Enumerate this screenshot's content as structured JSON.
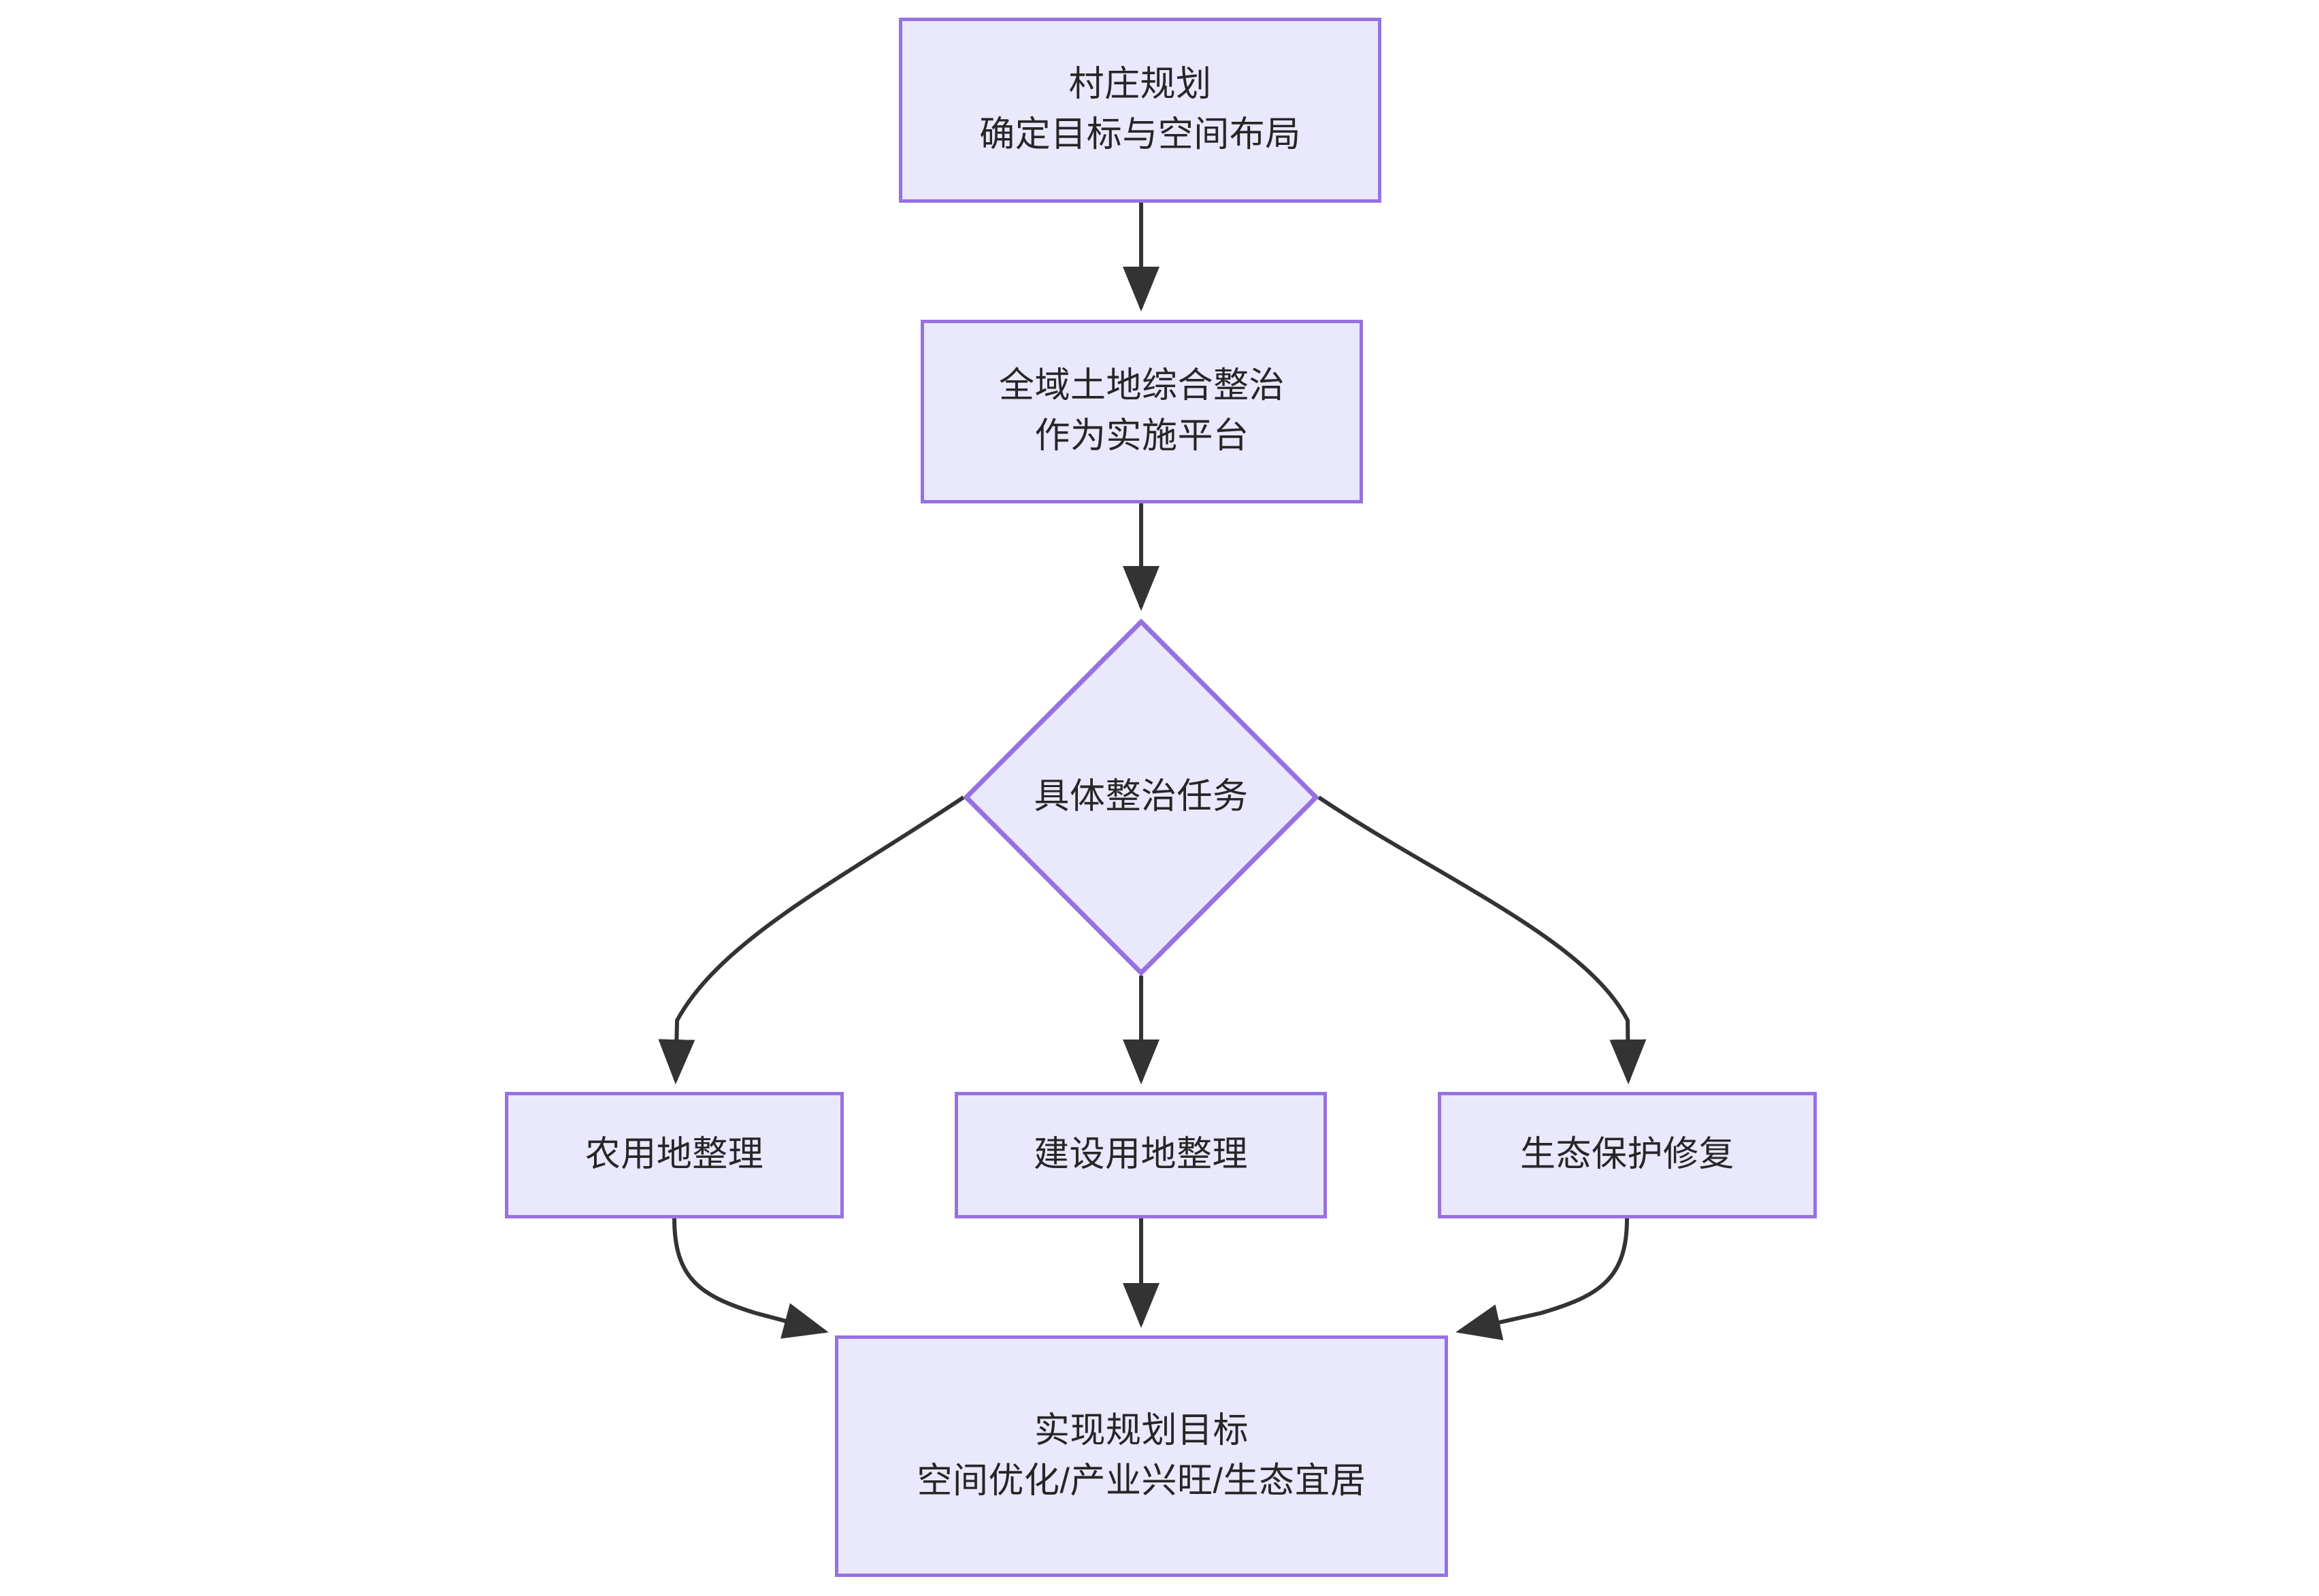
{
  "diagram": {
    "type": "flowchart",
    "direction": "top-to-bottom",
    "theme": {
      "node_fill": "#E9E8FC",
      "node_border": "#9771E0",
      "edge_color": "#333333",
      "text_color": "#262626",
      "background": "#ffffff"
    },
    "nodes": [
      {
        "id": "village-planning",
        "shape": "rectangle",
        "label": "村庄规划\n确定目标与空间布局"
      },
      {
        "id": "land-consolidation-platform",
        "shape": "rectangle",
        "label": "全域土地综合整治\n作为实施平台"
      },
      {
        "id": "specific-tasks",
        "shape": "diamond",
        "label": "具体整治任务"
      },
      {
        "id": "farmland-improvement",
        "shape": "rectangle",
        "label": "农用地整理"
      },
      {
        "id": "construction-land-improvement",
        "shape": "rectangle",
        "label": "建设用地整理"
      },
      {
        "id": "ecological-restoration",
        "shape": "rectangle",
        "label": "生态保护修复"
      },
      {
        "id": "planning-goals",
        "shape": "rectangle",
        "label": "实现规划目标\n空间优化/产业兴旺/生态宜居"
      }
    ],
    "edges": [
      {
        "from": "village-planning",
        "to": "land-consolidation-platform",
        "style": "straight",
        "arrow": "end"
      },
      {
        "from": "land-consolidation-platform",
        "to": "specific-tasks",
        "style": "straight",
        "arrow": "end"
      },
      {
        "from": "specific-tasks",
        "to": "farmland-improvement",
        "style": "curved",
        "arrow": "end"
      },
      {
        "from": "specific-tasks",
        "to": "construction-land-improvement",
        "style": "straight",
        "arrow": "end"
      },
      {
        "from": "specific-tasks",
        "to": "ecological-restoration",
        "style": "curved",
        "arrow": "end"
      },
      {
        "from": "farmland-improvement",
        "to": "planning-goals",
        "style": "curved",
        "arrow": "end"
      },
      {
        "from": "construction-land-improvement",
        "to": "planning-goals",
        "style": "straight",
        "arrow": "end"
      },
      {
        "from": "ecological-restoration",
        "to": "planning-goals",
        "style": "curved",
        "arrow": "end"
      }
    ]
  }
}
